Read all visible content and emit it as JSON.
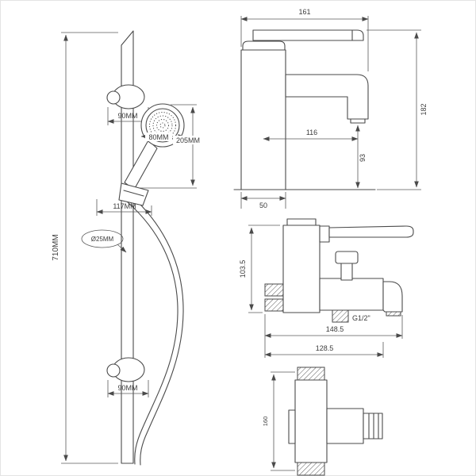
{
  "page": {
    "background_color": "#ffffff",
    "line_color": "#4a4a4a",
    "border_color": "#e4e4e4"
  },
  "shower_rail_view": {
    "rail_height": "710MM",
    "top_bracket_width": "90MM",
    "head_diameter": "80MM",
    "handset_length": "205MM",
    "holder_width": "117MM",
    "rail_diameter": "Ø25MM",
    "bottom_bracket_width": "90MM"
  },
  "basin_mixer_view": {
    "overall_width": "161",
    "overall_height": "182",
    "spout_reach": "116",
    "spout_height": "93",
    "base_width": "50"
  },
  "bath_mixer_view": {
    "body_height": "103.5",
    "thread_size": "G1/2\"",
    "overall_depth": "148.5",
    "body_depth": "128.5"
  },
  "plan_view": {
    "body_length": "160"
  }
}
